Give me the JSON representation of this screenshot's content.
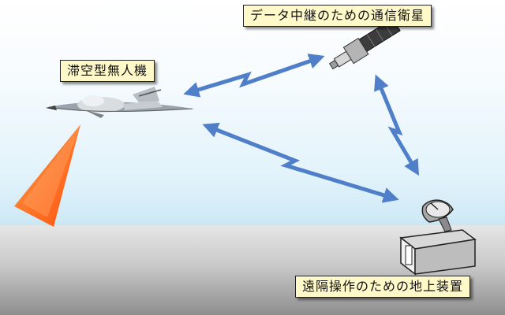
{
  "labels": {
    "satellite": "データ中継のための通信衛星",
    "uav": "滞空型無人機",
    "ground_station": "遠隔操作のための地上装置"
  },
  "colors": {
    "link_arrow": "#4f7fc8",
    "label_fill": "#fff8c8",
    "sensor_beam": "#ff5a00"
  }
}
